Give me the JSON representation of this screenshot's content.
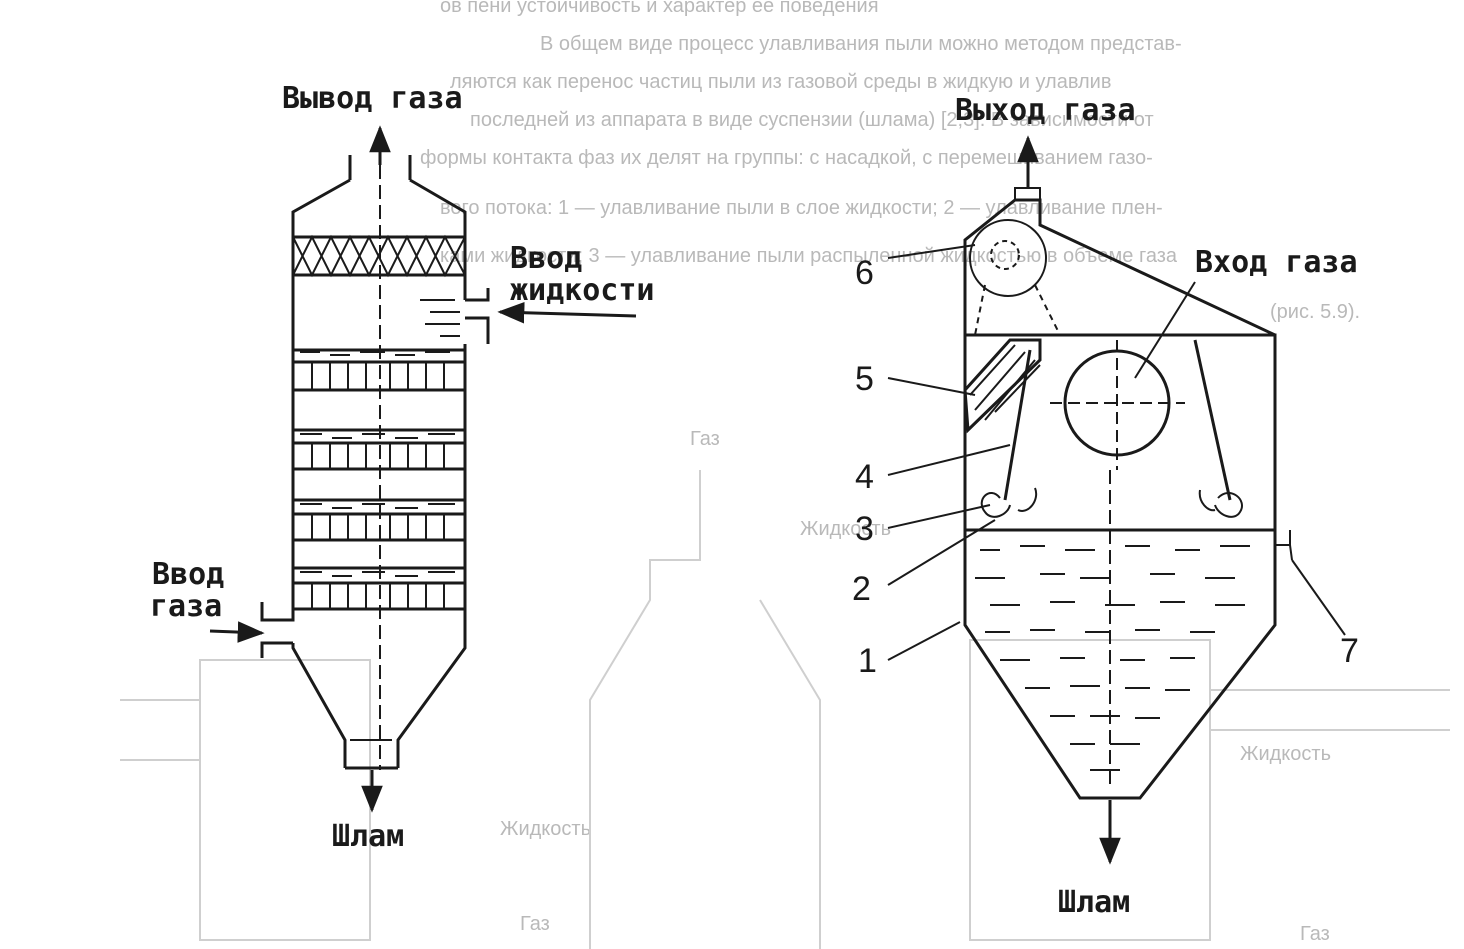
{
  "left": {
    "gas_out": "Вывод газа",
    "liquid_in_1": "Ввод",
    "liquid_in_2": "жидкости",
    "gas_in_1": "Ввод",
    "gas_in_2": "газа",
    "sludge": "Шлам"
  },
  "right": {
    "gas_out": "Выход газа",
    "gas_in": "Вход газа",
    "sludge": "Шлам",
    "numbers": [
      "1",
      "2",
      "3",
      "4",
      "5",
      "6",
      "7"
    ]
  },
  "bleed_through": [
    "ов пени устойчивость и характер её поведения",
    "В общем виде процесс улавливания пыли можно методом представ-",
    "ляются как перенос частиц пыли из газовой среды в жидкую и улавлив",
    "последней из аппарата в виде суспензии (шлама) [2,3]. В зависимости от",
    "формы контакта фаз их делят на группы: с насадкой, с перемешиванием газо-",
    "вого потока: 1 — улавливание пыли в слое жидкости; 2 — улавливание плен-",
    "ками жидкости; 3 — улавливание пыли распыленной жидкостью в объеме газа",
    "(рис. 5.9).",
    "Газ",
    "Жидкость",
    "Жидкость",
    "Газ",
    "Газ",
    "Жидкость"
  ],
  "colors": {
    "ink": "#1a1a1a",
    "paper": "#ffffff",
    "bleed": "#b9b9b9"
  }
}
